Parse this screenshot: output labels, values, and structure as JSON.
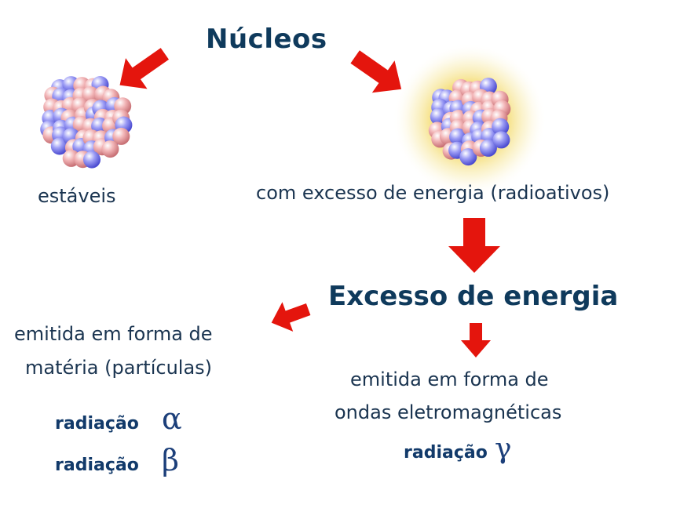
{
  "title": "Núcleos",
  "stable_label": "estáveis",
  "radioactive_label": "com excesso de energia (radioativos)",
  "energy_title": "Excesso de energia",
  "matter_emission": {
    "line1": "emitida em forma de",
    "line2": "matéria (partículas)",
    "radiations": [
      {
        "label": "radiação",
        "symbol": "α"
      },
      {
        "label": "radiação",
        "symbol": "β"
      }
    ]
  },
  "wave_emission": {
    "line1": "emitida em forma de",
    "line2": "ondas eletromagnéticas",
    "radiation_label": "radiação",
    "radiation_symbol": "γ"
  },
  "colors": {
    "title": "#0f3a5c",
    "arrow": "#e4150d",
    "proton": "#e9a3a6",
    "neutron": "#8f8ff0",
    "glow": "#f3d65a"
  }
}
